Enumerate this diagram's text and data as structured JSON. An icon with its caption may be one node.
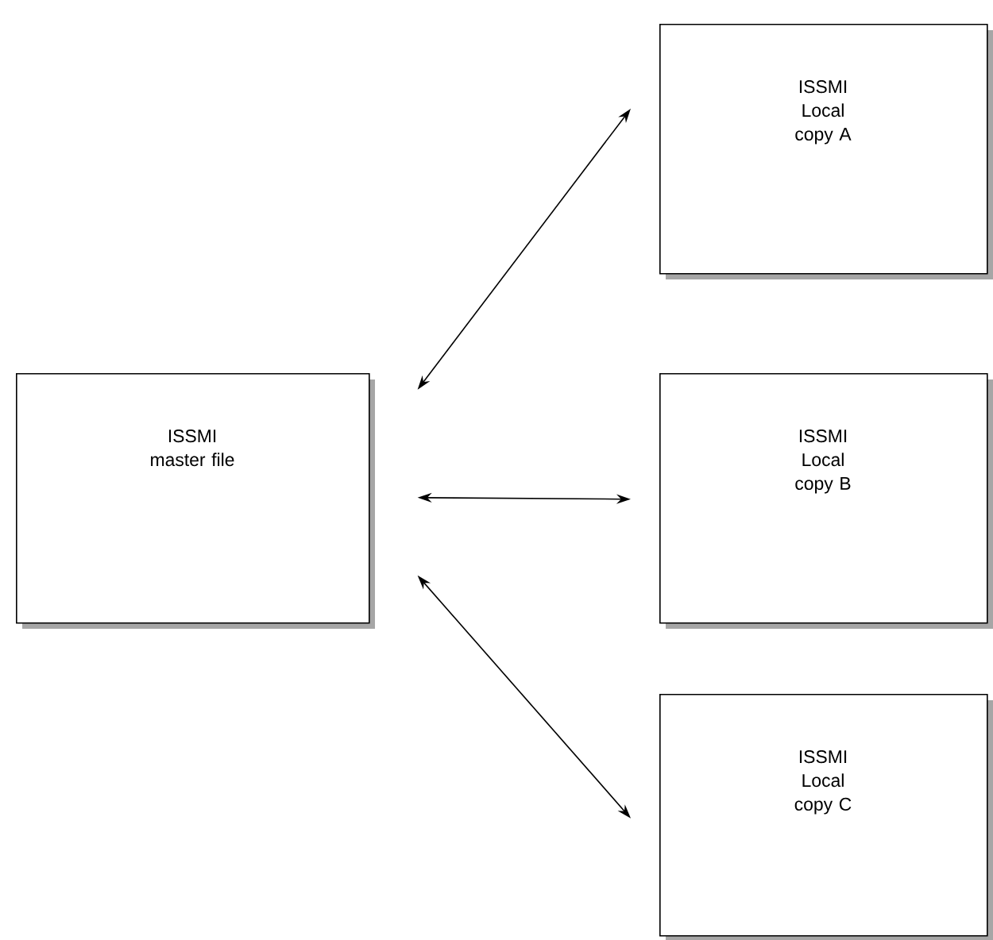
{
  "diagram": {
    "nodes": [
      {
        "text": [
          "ISSMI master file"
        ]
      },
      {
        "text": [
          "ISSMI Local copy A"
        ]
      },
      {
        "text": [
          "ISSMI Local copy B"
        ]
      },
      {
        "text": [
          "ISSMI Local copy C"
        ]
      }
    ],
    "edges": [
      {
        "from": 0,
        "to": 1,
        "arrow": "both"
      },
      {
        "from": 0,
        "to": 2,
        "arrow": "both"
      },
      {
        "from": 0,
        "to": 3,
        "arrow": "both"
      }
    ]
  }
}
